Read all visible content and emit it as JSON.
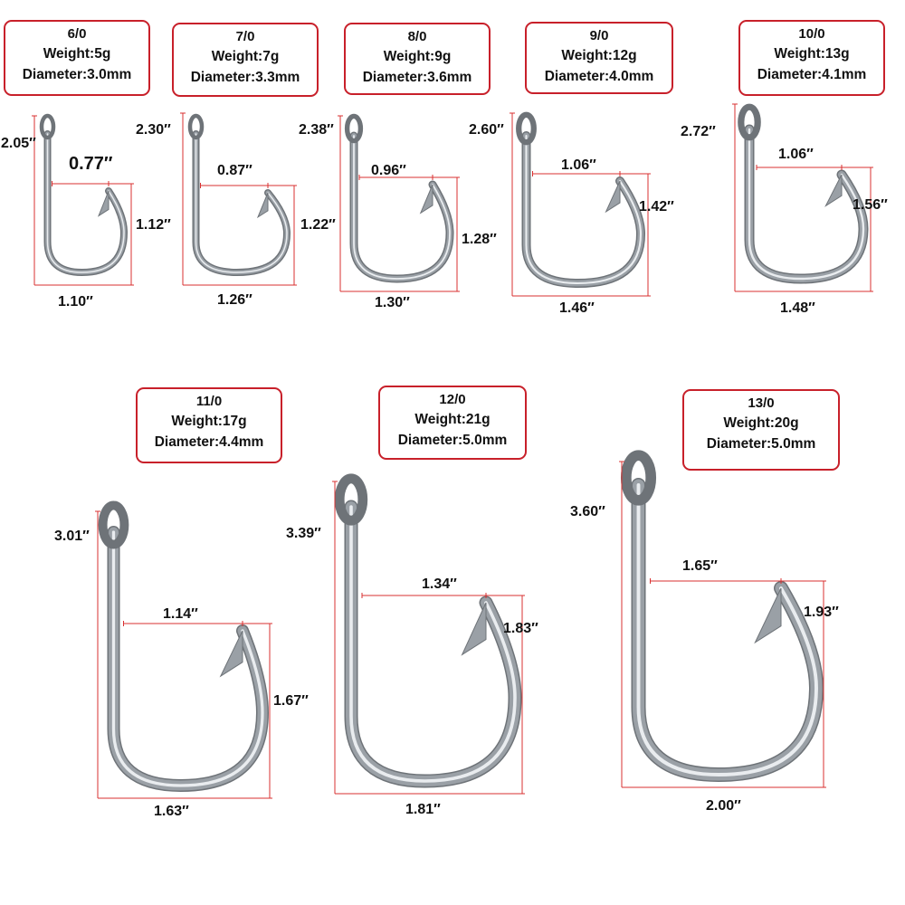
{
  "hooks": [
    {
      "size": "6/0",
      "weight": "Weight:5g",
      "diameter": "Diameter:3.0mm",
      "length": "2.05″",
      "gap": "0.77″",
      "throat": "1.12″",
      "width": "1.10″"
    },
    {
      "size": "7/0",
      "weight": "Weight:7g",
      "diameter": "Diameter:3.3mm",
      "length": "2.30″",
      "gap": "0.87″",
      "throat": "1.22″",
      "width": "1.26″"
    },
    {
      "size": "8/0",
      "weight": "Weight:9g",
      "diameter": "Diameter:3.6mm",
      "length": "2.38″",
      "gap": "0.96″",
      "throat": "1.28″",
      "width": "1.30″"
    },
    {
      "size": "9/0",
      "weight": "Weight:12g",
      "diameter": "Diameter:4.0mm",
      "length": "2.60″",
      "gap": "1.06″",
      "throat": "1.42″",
      "width": "1.46″"
    },
    {
      "size": "10/0",
      "weight": "Weight:13g",
      "diameter": "Diameter:4.1mm",
      "length": "2.72″",
      "gap": "1.06″",
      "throat": "1.56″",
      "width": "1.48″"
    },
    {
      "size": "11/0",
      "weight": "Weight:17g",
      "diameter": "Diameter:4.4mm",
      "length": "3.01″",
      "gap": "1.14″",
      "throat": "1.67″",
      "width": "1.63″"
    },
    {
      "size": "12/0",
      "weight": "Weight:21g",
      "diameter": "Diameter:5.0mm",
      "length": "3.39″",
      "gap": "1.34″",
      "throat": "1.83″",
      "width": "1.81″"
    },
    {
      "size": "13/0",
      "weight": "Weight:20g",
      "diameter": "Diameter:5.0mm",
      "length": "3.60″",
      "gap": "1.65″",
      "throat": "1.93″",
      "width": "2.00″"
    }
  ],
  "colors": {
    "box_border": "#c8202a",
    "dimension_line": "#d93030",
    "hook_steel": "#9aa0a6"
  }
}
